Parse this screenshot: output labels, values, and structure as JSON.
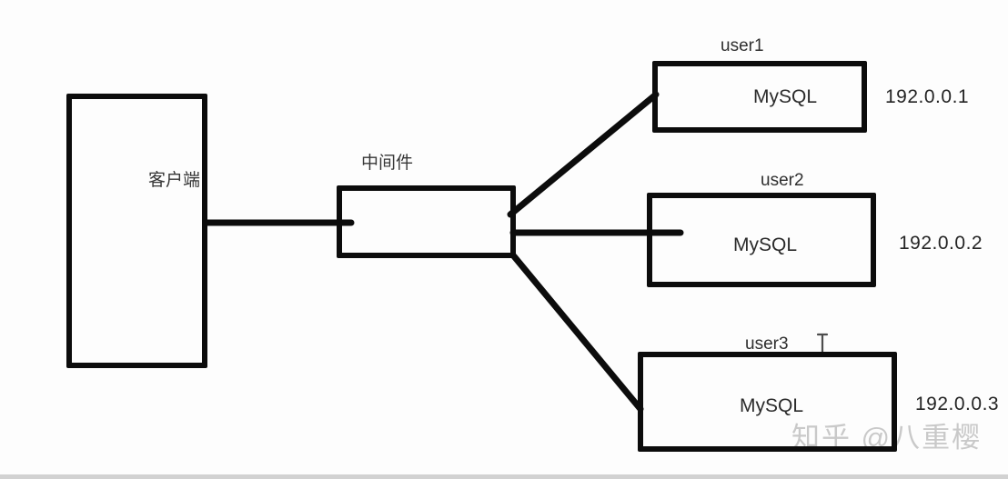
{
  "diagram": {
    "title_hint": "client-middleware-mysql-sharding-diagram",
    "client": {
      "label": "客户端"
    },
    "middleware": {
      "label": "中间件"
    },
    "servers": [
      {
        "name": "user1",
        "db": "MySQL",
        "ip": "192.0.0.1"
      },
      {
        "name": "user2",
        "db": "MySQL",
        "ip": "192.0.0.2"
      },
      {
        "name": "user3",
        "db": "MySQL",
        "ip": "192.0.0.3"
      }
    ],
    "icons": {
      "cursor": "text-cursor-icon"
    },
    "watermark": "知乎 @八重樱",
    "colors": {
      "line": "#0c0c0c",
      "text": "#2f2f2f",
      "watermark": "#c9c9c9",
      "background": "#fdfdfd",
      "bottom_bar": "#d2d2d2"
    }
  }
}
